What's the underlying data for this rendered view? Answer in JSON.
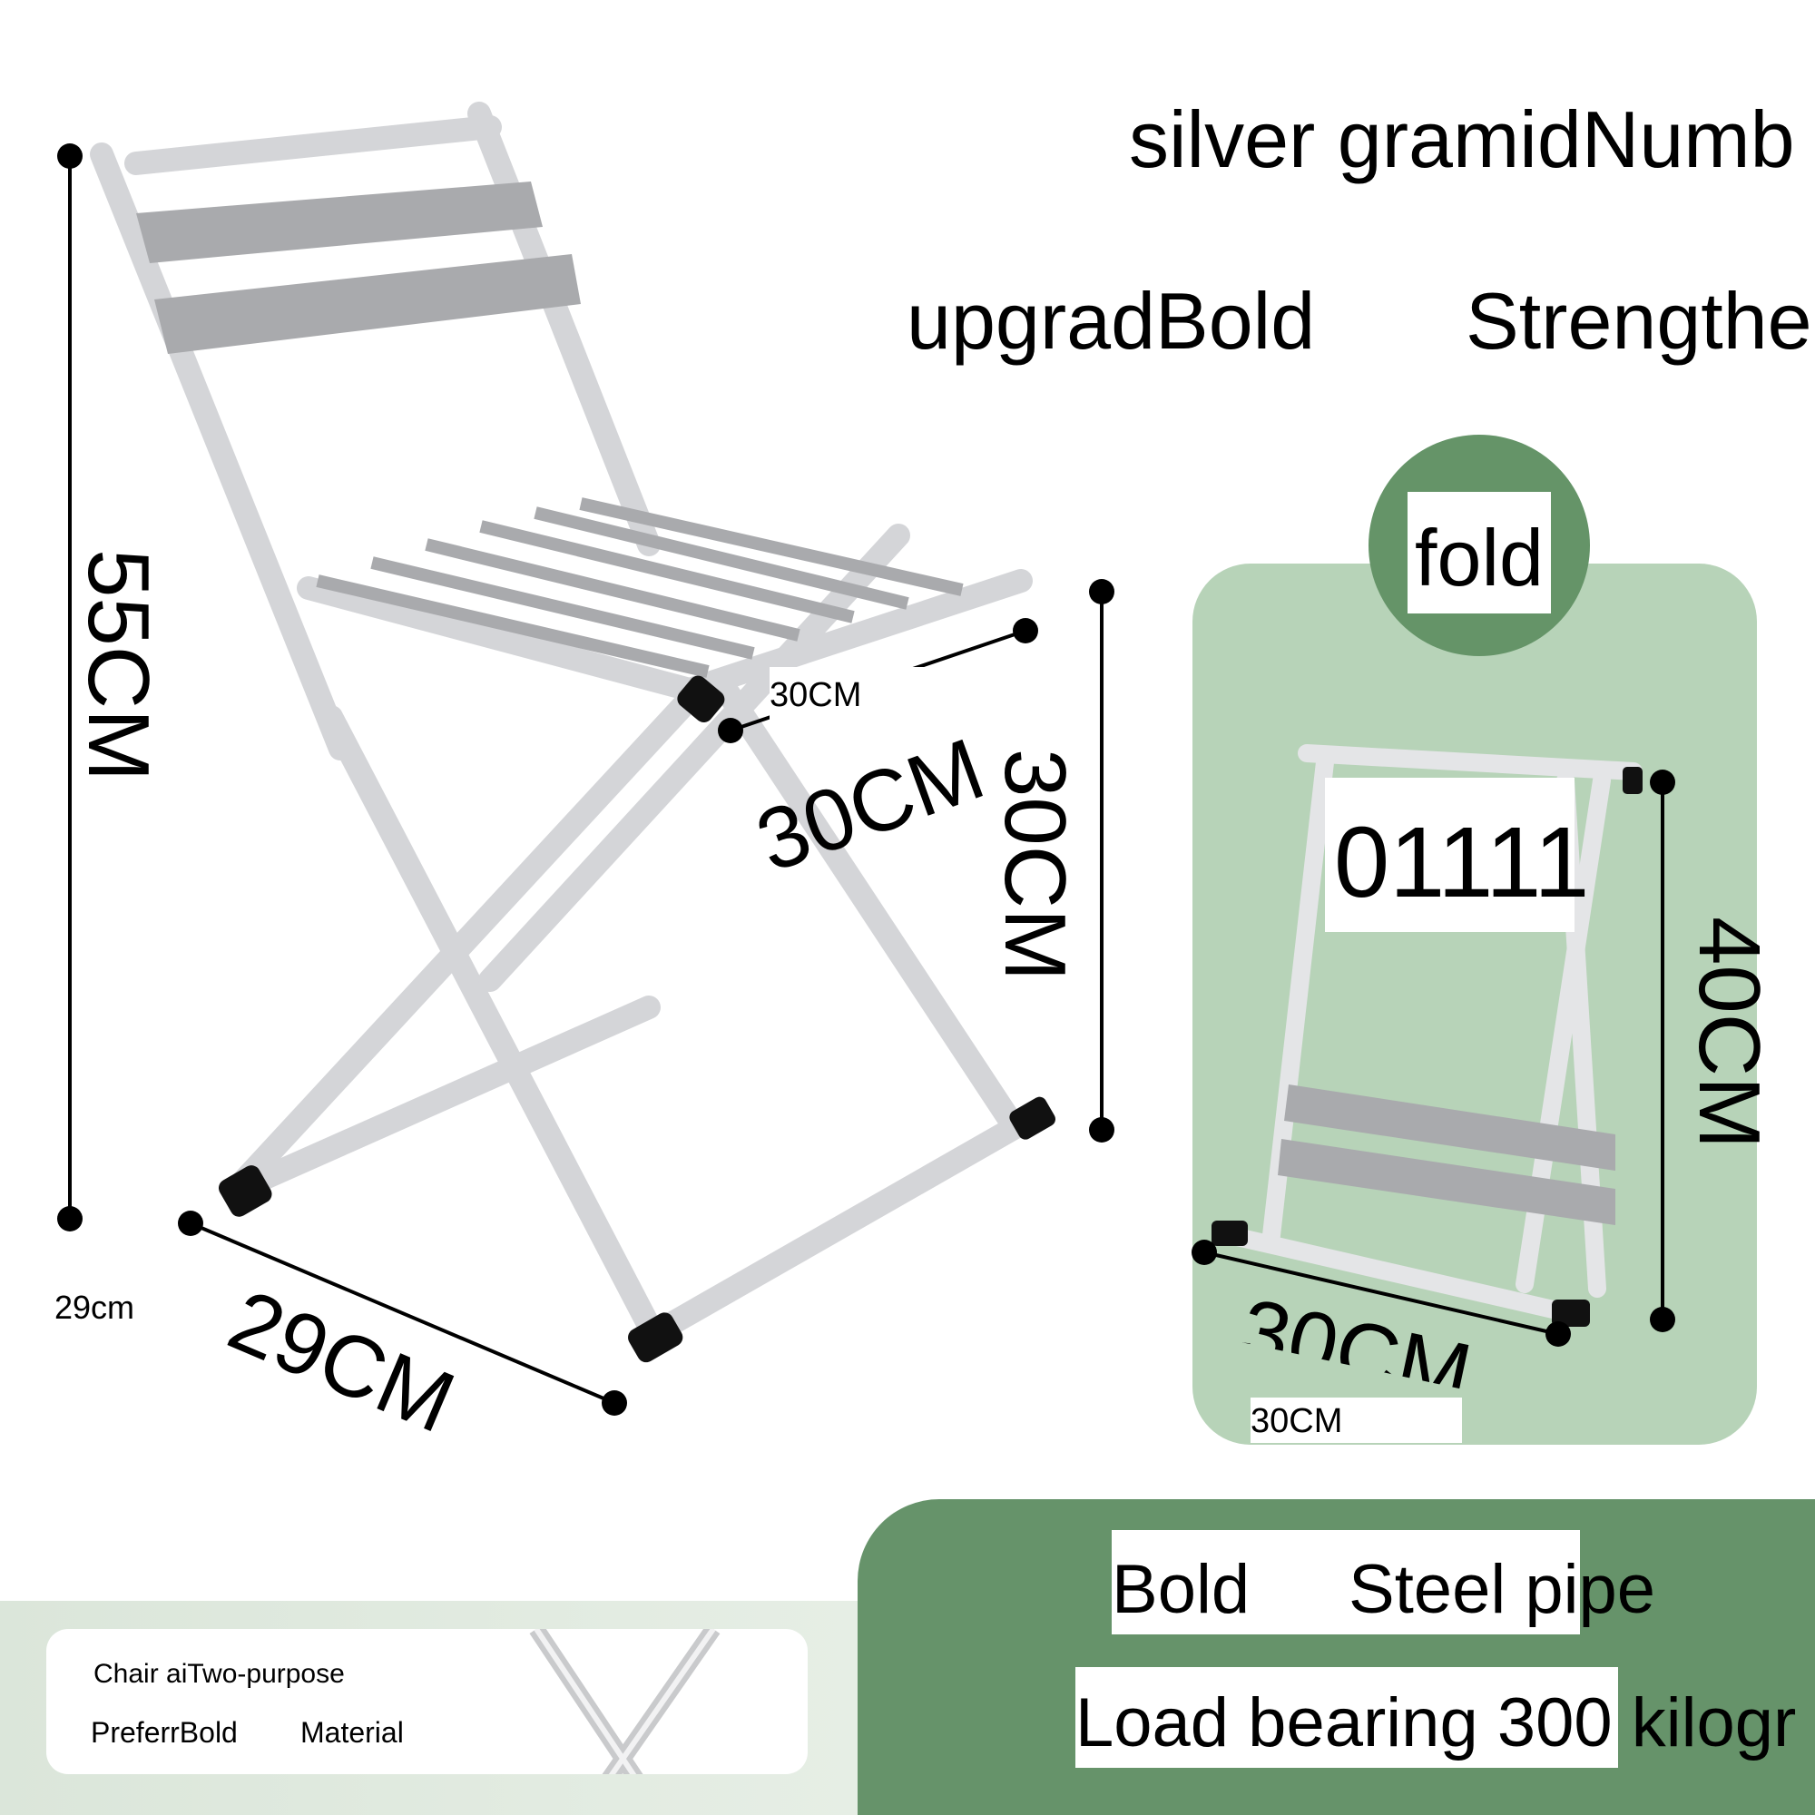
{
  "header": {
    "line1": "silver gramidNumb",
    "line2_left": "upgradBold",
    "line2_right": "Strengthe"
  },
  "chair_dimensions": {
    "height_label": "55CM",
    "seat_height_label": "30CM",
    "depth_label_big": "29CM",
    "depth_label_small": "29cm",
    "width_label_small": "30CM",
    "width_label_big": "30CM"
  },
  "fold_panel": {
    "badge": "fold",
    "code": "01111",
    "height_label": "40CM",
    "width_label_small": "30CM",
    "width_label_big": "30CM"
  },
  "bottom_card": {
    "line1": "Chair aiTwo-purpose",
    "line2_left": "PreferrBold",
    "line2_right": "Material"
  },
  "features": {
    "bold": "Bold",
    "steel_pipe": "Steel pipe",
    "load": "Load bearing 300 kilogr"
  },
  "colors": {
    "dark_green": "#66936a",
    "light_green": "#b7d3b8",
    "silver": "#d9dadc"
  }
}
